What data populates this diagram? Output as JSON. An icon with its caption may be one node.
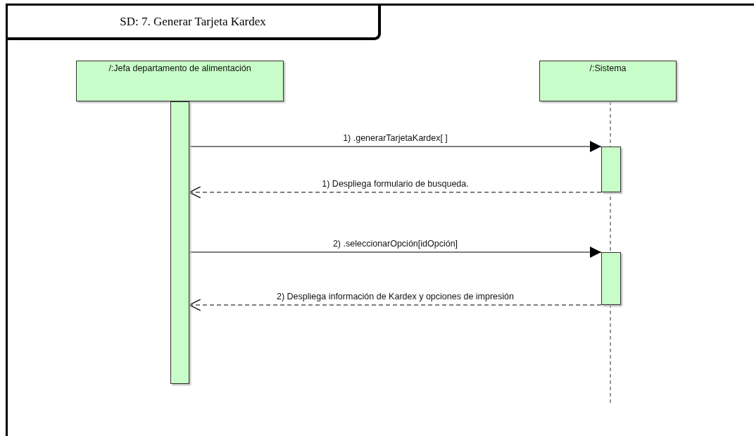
{
  "diagram": {
    "nodes": [
      {
        "text": [
          "SD: 7. Generar Tarjeta Kardex"
        ]
      },
      {
        "text": [
          "/:Jefa departamento de alimentación"
        ],
        "in": 0
      },
      {
        "text": [
          "/:Sistema"
        ],
        "in": 0
      },
      {
        "text": [],
        "shape": "bar",
        "in": 0
      },
      {
        "text": [],
        "shape": "bar",
        "in": 0
      },
      {
        "text": [],
        "shape": "bar",
        "in": 0
      }
    ],
    "edges": [
      {
        "from": 3,
        "to": 4,
        "arrow": "to",
        "label": "1) .generarTarjetaKardex[ ]"
      },
      {
        "from": 4,
        "to": 3,
        "arrow": "to",
        "style": "dashed",
        "label": "1) Despliega formulario de busqueda."
      },
      {
        "from": 3,
        "to": 5,
        "arrow": "to",
        "label": "2) .seleccionarOpción[idOpción]"
      },
      {
        "from": 5,
        "to": 3,
        "arrow": "to",
        "style": "dashed",
        "label": "2) Despliega información de Kardex y opciones de impresión"
      }
    ]
  }
}
